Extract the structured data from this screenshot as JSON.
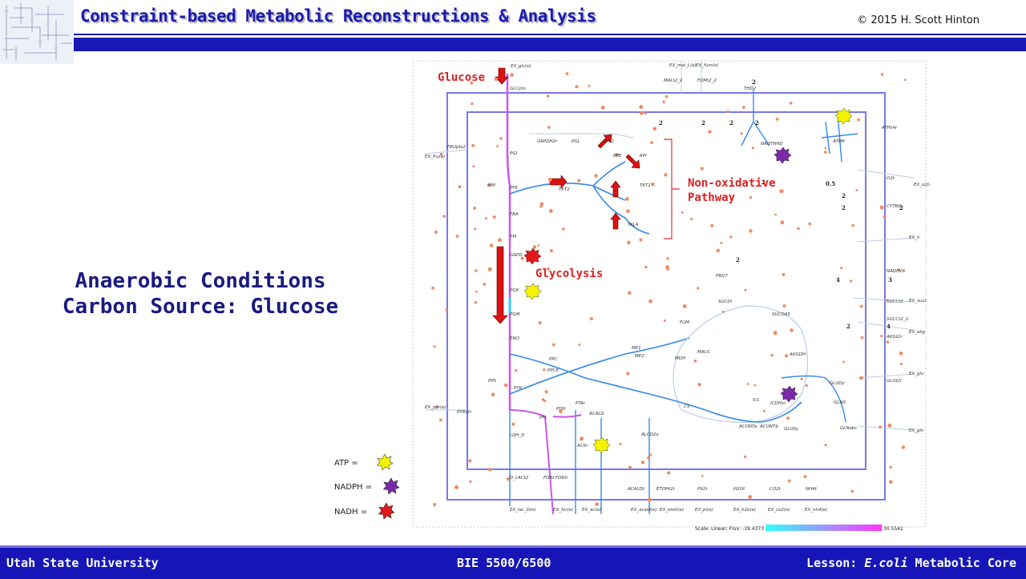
{
  "header": {
    "title": "Constraint-based Metabolic Reconstructions & Analysis",
    "copyright": "© 2015 H. Scott Hinton"
  },
  "slide": {
    "conditions_line1": "Anaerobic Conditions",
    "conditions_line2": "Carbon Source: Glucose"
  },
  "callouts": {
    "glucose": "Glucose",
    "glycolysis": "Glycolysis",
    "non_oxidative_line1": "Non-oxidative",
    "non_oxidative_line2": "Pathway"
  },
  "legend": {
    "atp": "ATP =",
    "nadph": "NADPH =",
    "nadh": "NADH =",
    "atp_color": "#f4f400",
    "nadph_color": "#7a2aa8",
    "nadh_color": "#e01a1a"
  },
  "map": {
    "reaction_labels": [
      "EX_glc(e)",
      "GLCpts",
      "G6PDH2r",
      "PGL",
      "GND",
      "RPI",
      "RPE",
      "TKT1",
      "TKT2",
      "TALA",
      "PGI",
      "PFK",
      "FBP",
      "FBA",
      "TPI",
      "GAPD",
      "PGK",
      "PGM",
      "ENO",
      "PYK",
      "PPS",
      "PPC",
      "PPCK",
      "ME1",
      "ME2",
      "MDH",
      "MALS",
      "FUM",
      "FRD7",
      "SUCDi",
      "SUCOAS",
      "AKGDH",
      "ICL",
      "CS",
      "ACONTa",
      "ACONTb",
      "ICDHyr",
      "GLUSy",
      "GLUDy",
      "GLNS",
      "GLNabc",
      "PDH",
      "PFL",
      "LDH_D",
      "PTAr",
      "ACKr",
      "ACALD",
      "ALCD2x",
      "NADTRHD",
      "THD2",
      "ATPM",
      "ATPS4r",
      "CYTBD",
      "NADH16",
      "FRUpts2",
      "EX_fru(e)",
      "EX_pyr(e)",
      "PYRt2r",
      "EX_mal_L(e)",
      "EX_fum(e)",
      "MALt2_2",
      "FUMt2_2",
      "EX_o2(e)",
      "O2t",
      "SUCCt3",
      "SUCCt2_2",
      "AKGt2r",
      "GLUt2r",
      "EX_lac_D(e)",
      "EX_for(e)",
      "EX_ac(e)",
      "EX_acald(e)",
      "EX_etoh(e)",
      "EX_pi(e)",
      "EX_h2o(e)",
      "EX_co2(e)",
      "EX_nh4(e)",
      "D_LACt2",
      "FORt",
      "FORti",
      "ACALDt",
      "ETOHt2r",
      "PIt2r",
      "H2Ot",
      "CO2t",
      "NH4t",
      "EX_h",
      "EX_succ",
      "EX_akg",
      "EX_glu",
      "EX_gln"
    ],
    "stoich_labels": [
      "2",
      "2",
      "2",
      "2",
      "2",
      "2",
      "2",
      "2",
      "0.5",
      "2",
      "2",
      "4",
      "3",
      "2",
      "4"
    ],
    "scale_label": "Scale: Linear; Flux: -19.4373",
    "scale_max": "30.5542",
    "colors": {
      "compartment": "#7777ee",
      "high_flux": "#3388ee",
      "low_flux": "#b8cce8",
      "negative_flux": "#cc55ee",
      "metabolite": "#f08a60",
      "arrow": "#dd1111"
    }
  },
  "footer": {
    "university": "Utah State University",
    "course": "BIE 5500/6500",
    "lesson_prefix": "Lesson: ",
    "lesson_organism": "E.coli",
    "lesson_suffix": " Metabolic Core"
  }
}
